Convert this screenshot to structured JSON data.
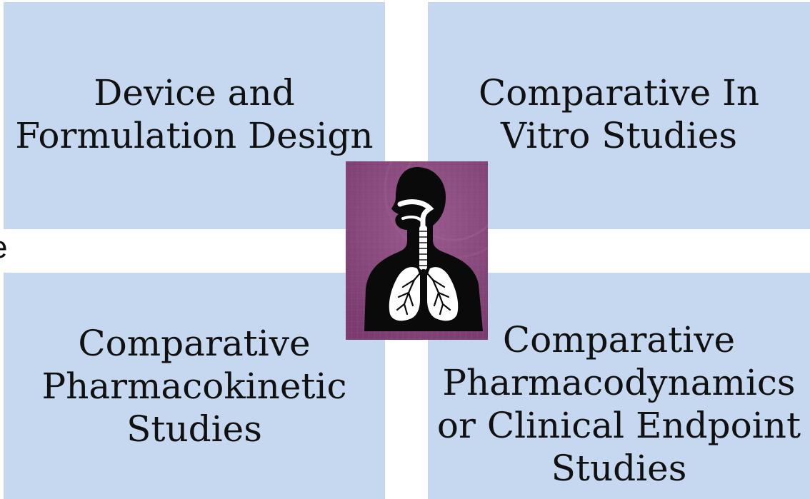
{
  "quadrants": {
    "top_left": "Device and\nFormulation Design",
    "top_right": "Comparative In\nVitro Studies",
    "bottom_left": "Comparative\nPharmacokinetic\nStudies",
    "bottom_right": "Comparative\nPharmacodynamics\nor Clinical Endpoint\nStudies"
  },
  "stray_text": "e",
  "center_icon": {
    "name": "respiratory-system-icon",
    "background": "#8a4a7e"
  },
  "colors": {
    "quadrant_fill": "#c5d8f0",
    "text": "#111111"
  }
}
